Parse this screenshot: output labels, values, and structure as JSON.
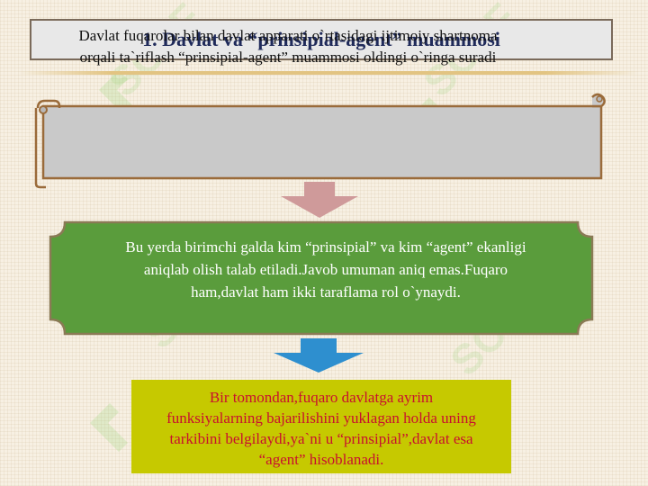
{
  "title": {
    "text": "1.   Davlat va “prinsipial-agent” muammosi"
  },
  "scroll_box": {
    "lines": [
      "Davlat fuqarolar bilan davlat apparati o`rtasidagi ijtimoiy shartnoma",
      "orqali ta`riflash “prinsipial-agent” muammosi oldingi o`ringa suradi"
    ]
  },
  "green_box": {
    "lines": [
      "Bu yerda birimchi galda kim “prinsipial” va kim “agent” ekanligi",
      "aniqlab olish talab etiladi.Javob umuman aniq emas.Fuqaro",
      "ham,davlat ham ikki taraflama rol o`ynaydi."
    ]
  },
  "yellow_box": {
    "lines": [
      "Bir tomondan,fuqaro davlatga ayrim",
      "funksiyalarning bajarilishini yuklagan holda uning",
      "tarkibini belgilaydi,ya`ni u “prinsipial”,davlat esa",
      "“agent” hisoblanadi."
    ]
  },
  "watermark": {
    "text": "SOFF"
  },
  "colors": {
    "title_text": "#1f2a5a",
    "scroll_fill": "#c9c9c9",
    "scroll_border": "#9a6b3a",
    "green_fill": "#5a9c3c",
    "green_border": "#8a7a55",
    "yellow_fill": "#c6c900",
    "yellow_text": "#c8102e",
    "arrow_pink": "#cf9a9a",
    "arrow_blue": "#2e8fcf",
    "watermark_green": "#8fd16a"
  }
}
